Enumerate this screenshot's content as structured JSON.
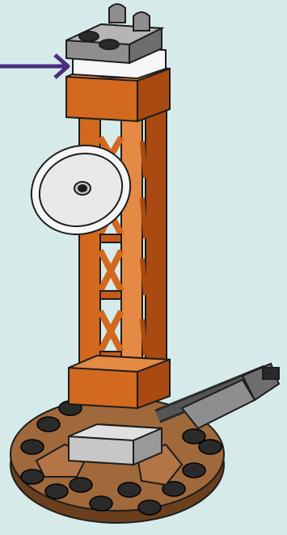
{
  "illustration": {
    "subject": "lego-lattice-tower-with-dish",
    "background_color": "#d6eaea",
    "colors": {
      "orange": "#d2691e",
      "orange_dark": "#a84a12",
      "orange_light": "#e48a45",
      "brown_base": "#a0693c",
      "brown_dark": "#6b3f1e",
      "light_gray": "#c7c7c7",
      "dark_gray": "#6e6e6e",
      "white": "#f6f6f6",
      "black": "#1d1d1d",
      "arrow_purple": "#4b2d82"
    },
    "callout_arrow": {
      "direction": "right",
      "points_to": "top-plate"
    }
  }
}
